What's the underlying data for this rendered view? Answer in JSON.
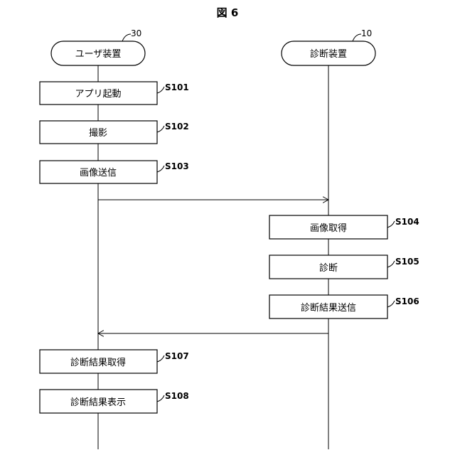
{
  "figure": {
    "title": "図 6"
  },
  "actors": {
    "user": {
      "label": "ユーザ装置",
      "ref": "30"
    },
    "diag": {
      "label": "診断装置",
      "ref": "10"
    }
  },
  "steps": {
    "s101": {
      "label": "アプリ起動",
      "id": "S101"
    },
    "s102": {
      "label": "撮影",
      "id": "S102"
    },
    "s103": {
      "label": "画像送信",
      "id": "S103"
    },
    "s104": {
      "label": "画像取得",
      "id": "S104"
    },
    "s105": {
      "label": "診断",
      "id": "S105"
    },
    "s106": {
      "label": "診断結果送信",
      "id": "S106"
    },
    "s107": {
      "label": "診断結果取得",
      "id": "S107"
    },
    "s108": {
      "label": "診断結果表示",
      "id": "S108"
    }
  }
}
